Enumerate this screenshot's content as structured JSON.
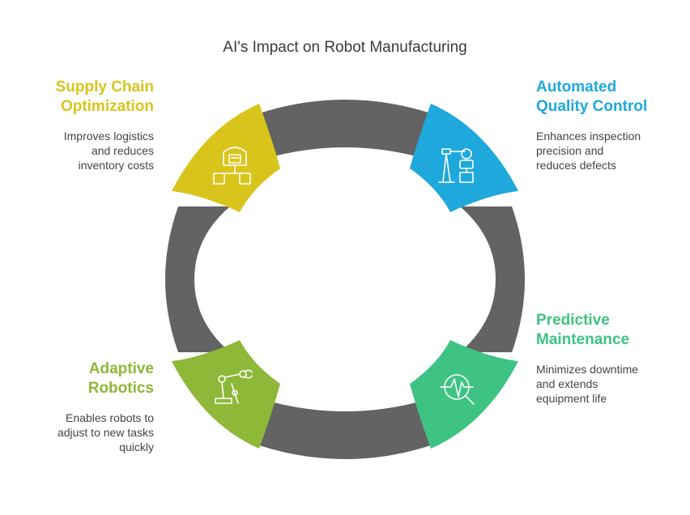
{
  "title": "AI's Impact on Robot Manufacturing",
  "colors": {
    "ring": "#636363",
    "supply": "#d9c41c",
    "quality": "#1fa8dc",
    "predictive": "#3ec383",
    "adaptive": "#8db838",
    "icon": "#ffffff"
  },
  "items": [
    {
      "heading": [
        "Supply Chain",
        "Optimization"
      ],
      "desc": [
        "Improves logistics",
        "and reduces",
        "inventory costs"
      ],
      "icon": "warehouse-network-icon"
    },
    {
      "heading": [
        "Automated",
        "Quality Control"
      ],
      "desc": [
        "Enhances inspection",
        "precision and",
        "reduces defects"
      ],
      "icon": "robot-inspection-icon"
    },
    {
      "heading": [
        "Predictive",
        "Maintenance"
      ],
      "desc": [
        "Minimizes downtime",
        "and extends",
        "equipment life"
      ],
      "icon": "heartbeat-monitor-icon"
    },
    {
      "heading": [
        "Adaptive",
        "Robotics"
      ],
      "desc": [
        "Enables robots to",
        "adjust to new tasks",
        "quickly"
      ],
      "icon": "robotic-arm-icon"
    }
  ]
}
